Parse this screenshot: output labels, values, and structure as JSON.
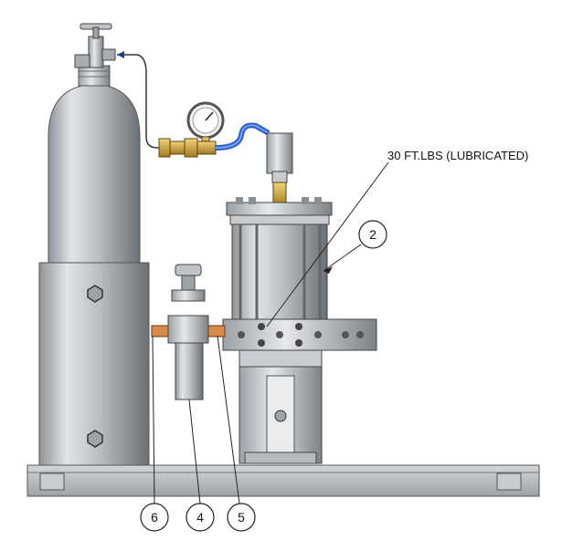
{
  "annotation": {
    "torque_note": "30 FT.LBS (LUBRICATED)"
  },
  "balloons": [
    {
      "id": "balloon-2",
      "label": "2"
    },
    {
      "id": "balloon-4",
      "label": "4"
    },
    {
      "id": "balloon-5",
      "label": "5"
    },
    {
      "id": "balloon-6",
      "label": "6"
    }
  ],
  "colors": {
    "cylinder_light": "#d9dcdf",
    "cylinder_mid": "#a9adb2",
    "cylinder_dark": "#6f7479",
    "hose_blue": "#2a5fd0",
    "brass": "#c9a23a",
    "base_plate": "#b8bcc0"
  }
}
